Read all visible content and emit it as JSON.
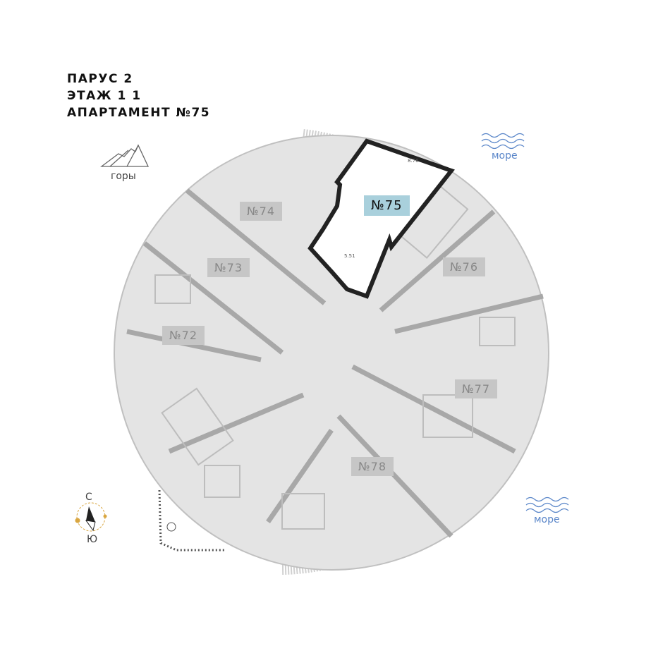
{
  "header": {
    "building": "ПАРУС 2",
    "floor": "ЭТАЖ 1 1",
    "apartment": "АПАРТАМЕНТ №75"
  },
  "directions": {
    "mountains": "горы",
    "sea_top": "море",
    "sea_bottom": "море",
    "north": "С",
    "south": "Ю"
  },
  "apartments": [
    {
      "id": "№74"
    },
    {
      "id": "№73"
    },
    {
      "id": "№72"
    },
    {
      "id": "№75",
      "selected": true
    },
    {
      "id": "№76"
    },
    {
      "id": "№77"
    },
    {
      "id": "№78"
    }
  ],
  "room_areas": [
    "8.76",
    "5.51"
  ],
  "colors": {
    "selected": "#a9d0dc",
    "unit": "#c6c6c6",
    "floor": "#e4e4e4",
    "sea": "#5a86c9",
    "compass": "#d9a640"
  }
}
